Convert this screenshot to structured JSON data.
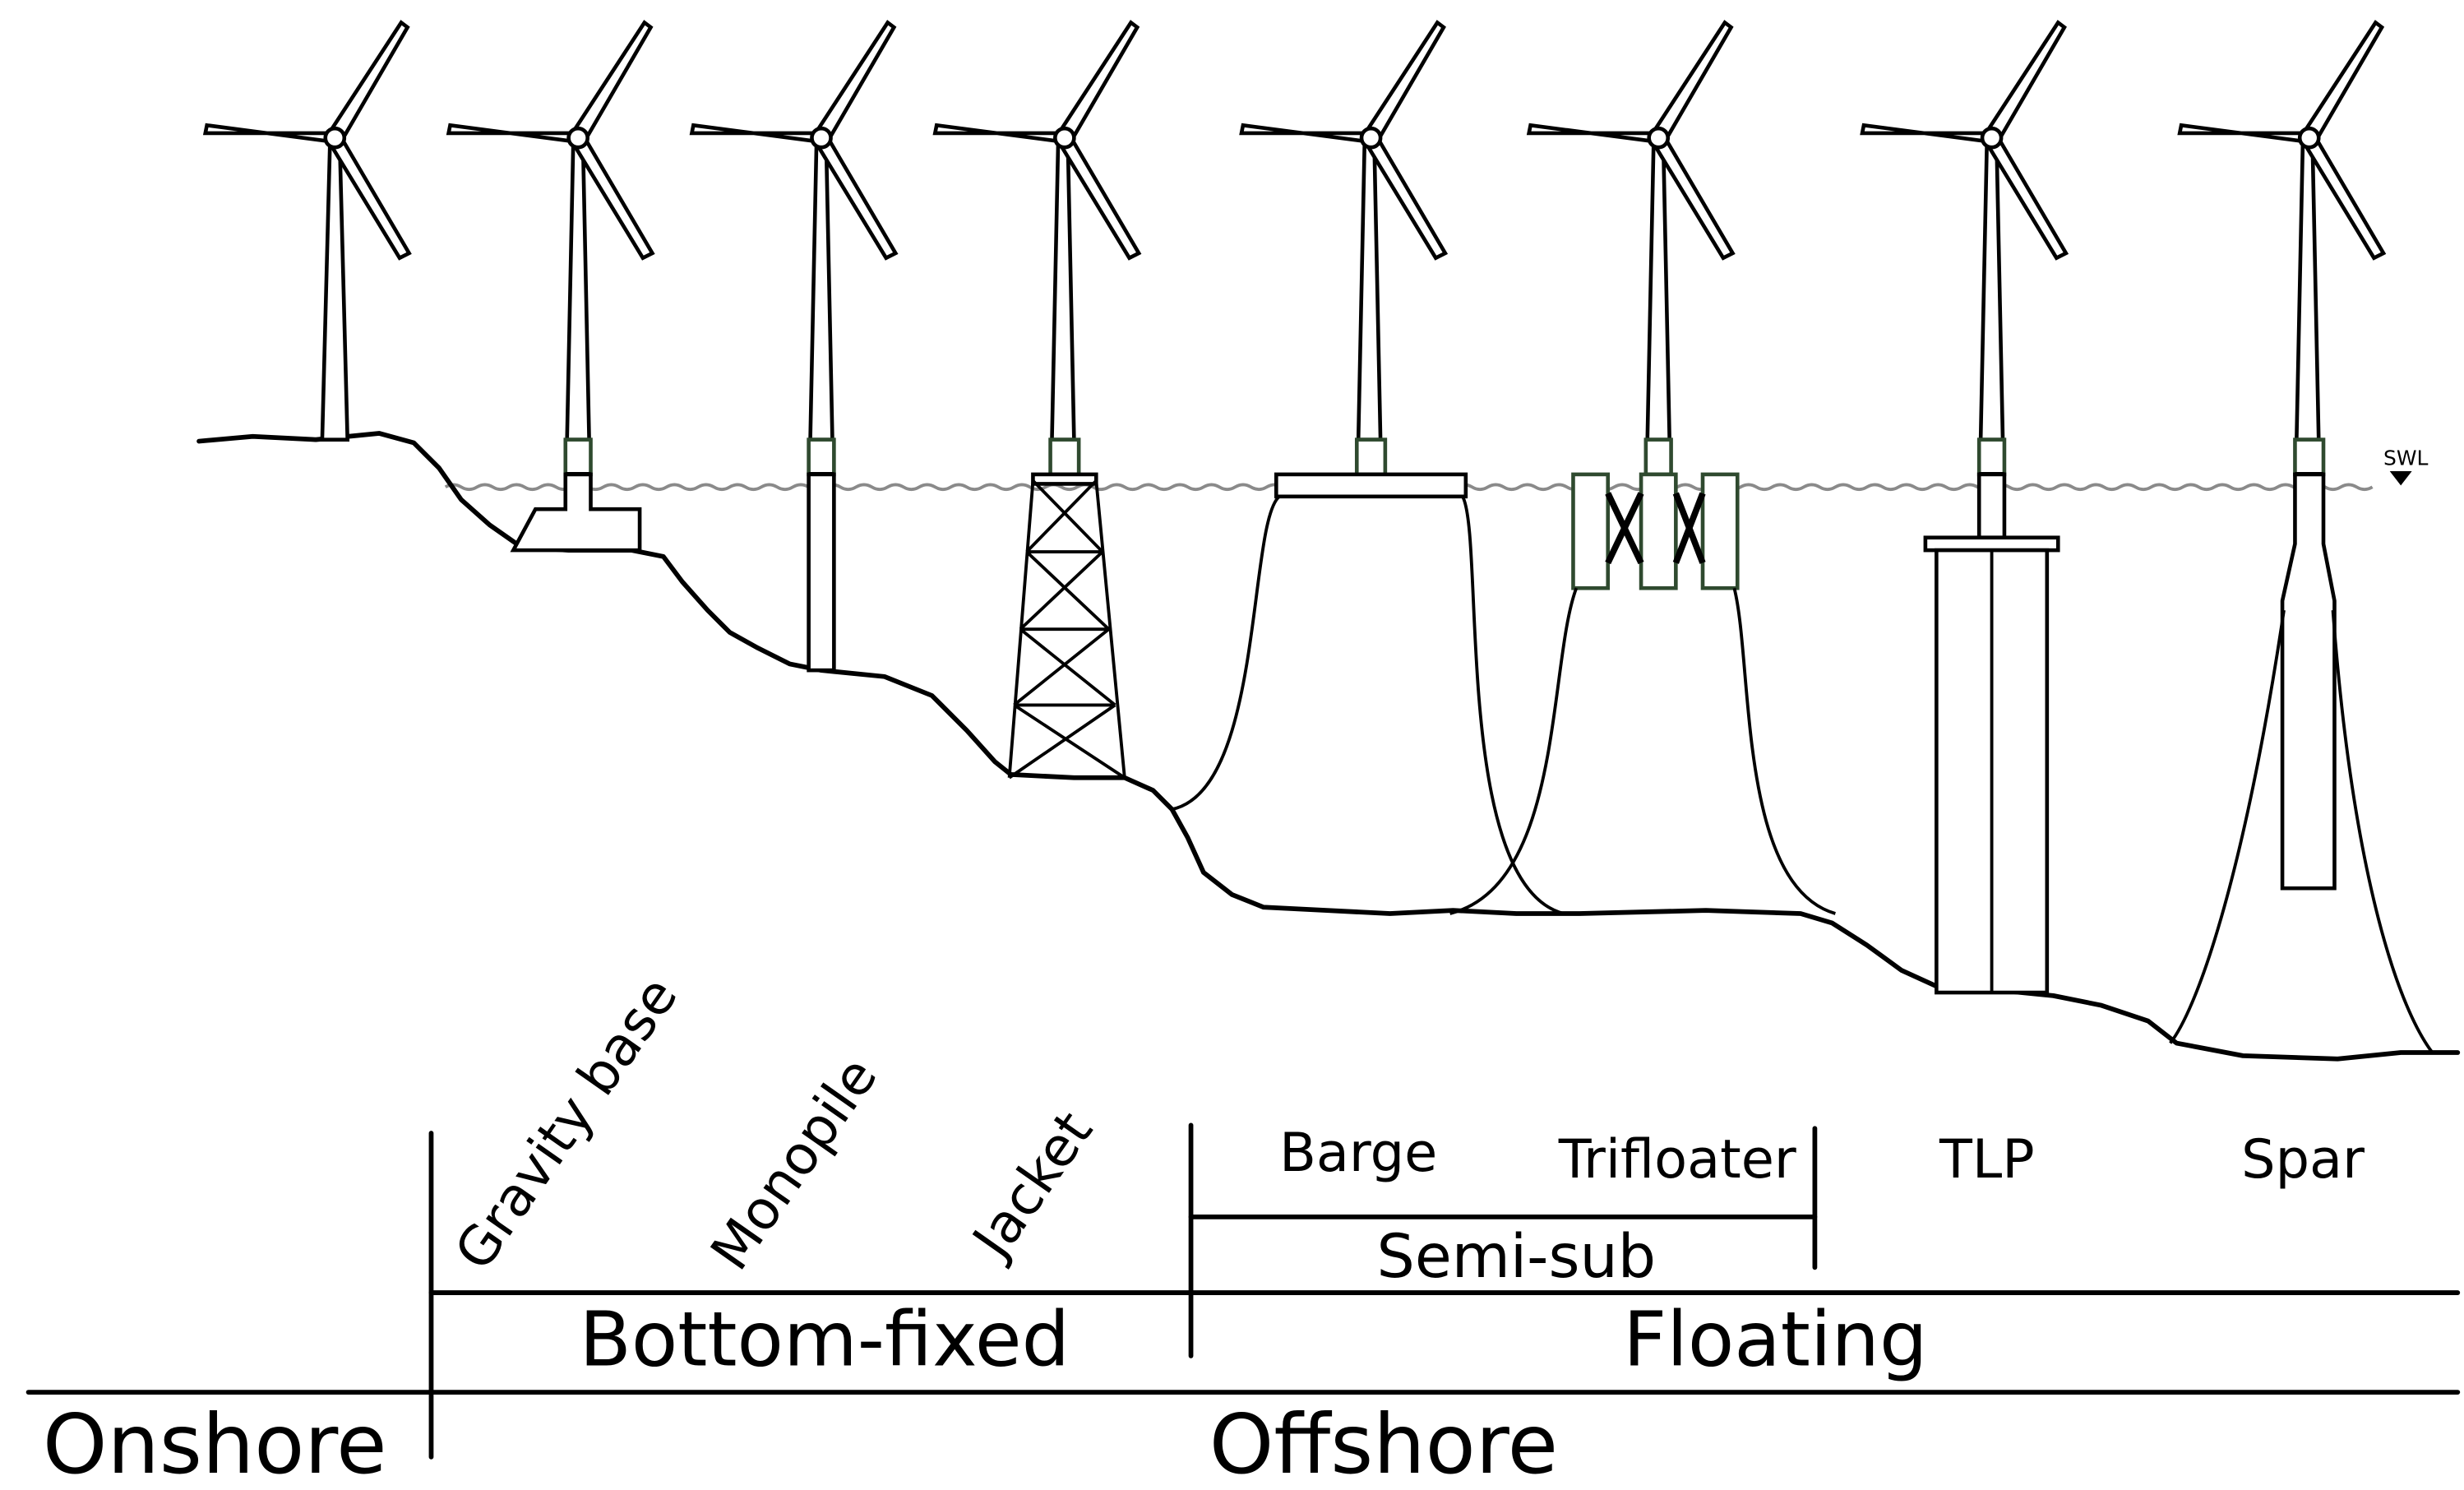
{
  "labels": {
    "onshore": "Onshore",
    "offshore": "Offshore",
    "bottom_fixed": "Bottom-fixed",
    "floating": "Floating",
    "semi_sub": "Semi-sub",
    "swl": "SWL"
  },
  "foundations": [
    {
      "id": "gravity-base",
      "label": "Gravity base"
    },
    {
      "id": "monopile",
      "label": "Monopile"
    },
    {
      "id": "jacket",
      "label": "Jacket"
    },
    {
      "id": "barge",
      "label": "Barge"
    },
    {
      "id": "trifloater",
      "label": "Trifloater"
    },
    {
      "id": "tlp",
      "label": "TLP"
    },
    {
      "id": "spar",
      "label": "Spar"
    }
  ]
}
